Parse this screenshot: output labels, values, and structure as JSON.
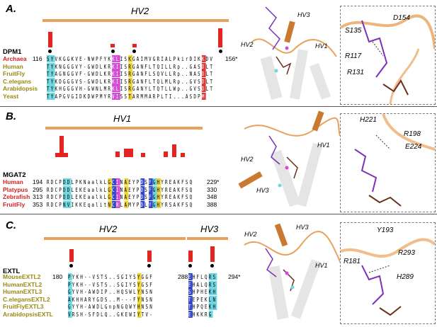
{
  "panels": [
    {
      "label": "A.",
      "hv_main": "HV2",
      "group": "DPM1",
      "species": [
        {
          "name": "Archaea",
          "color": "red",
          "start": "116",
          "seq": "SYVKGGKVE-NWPFYKKLISKGAIMVGRIALPkirDIKKDV",
          "end": "156*"
        },
        {
          "name": "Human",
          "color": "olive",
          "start": "",
          "seq": "TYKNGGGVY-GWDLKRKIISRGANFLTQILLRp..GASDLT",
          "end": ""
        },
        {
          "name": "FruitFly",
          "color": "olive",
          "start": "",
          "seq": "TYAGNGGVF-GWDLKRKIISRGANFLSQVLLRp..NASDLT",
          "end": ""
        },
        {
          "name": "C.elegans",
          "color": "olive",
          "start": "",
          "seq": "TYKDGGGVS-GWDLKRKIISRGANFLTQLMLRp..GVSDLT",
          "end": ""
        },
        {
          "name": "Arabidopsis",
          "color": "olive",
          "start": "",
          "seq": "TYKHGGGVH-GWNLMRKLISRGANYLTQTLLWp..GVSDLT",
          "end": ""
        },
        {
          "name": "Yeast",
          "color": "olive",
          "start": "",
          "seq": "TYAPGVGIDKDWPMYRVISSTARMMARPLTI...ASDPM",
          "end": ""
        }
      ],
      "struct_labels": [
        "HV2",
        "HV3",
        "HV1"
      ],
      "residues": [
        "D154",
        "S135",
        "R117",
        "R131"
      ]
    },
    {
      "label": "B.",
      "hv_main": "HV1",
      "group": "MGAT2",
      "species": [
        {
          "name": "Human",
          "color": "red",
          "start": "194",
          "seq": "RDCPDDLPKNaalkLGCINAEYPDSFGHYREAKFSQ",
          "end": "229*"
        },
        {
          "name": "Platypus",
          "color": "red",
          "start": "295",
          "seq": "RDCPDDLEKEaalkLGCINAEYPDSFGHYREAKFSQ",
          "end": "330"
        },
        {
          "name": "Zebrafish",
          "color": "red",
          "start": "313",
          "seq": "RDCPDDLEKEaalkLGCINAEYPDSFGHYREAKFSQ",
          "end": "348"
        },
        {
          "name": "FruitFly",
          "color": "red",
          "start": "353",
          "seq": "RDCPNVIKKEqalitNCNLAMYPDLYGHYRSAKFSQ",
          "end": "388"
        }
      ],
      "struct_labels": [
        "HV2",
        "HV1",
        "HV3"
      ],
      "residues": [
        "H221",
        "R198",
        "E224"
      ]
    },
    {
      "label": "C.",
      "hv_main": "HV2",
      "hv_second": "HV3",
      "group": "EXTL",
      "species": [
        {
          "name": "MouseEXTL2",
          "color": "olive",
          "start": "180",
          "seq": "PYKH--VSTS..SGIYSYGGF",
          "mid": "288",
          "seq2": "EHFLQRS",
          "end": "294*"
        },
        {
          "name": "HumanEXTL2",
          "color": "olive",
          "start": "",
          "seq": "PYKH--VSTS..SGIYSYGSF",
          "mid": "",
          "seq2": "EHALQRS",
          "end": ""
        },
        {
          "name": "HumanEXTL3",
          "color": "olive",
          "start": "",
          "seq": "GYVH-AWDIP..HQSWLYNSN",
          "mid": "",
          "seq2": "SHPHEKH",
          "end": ""
        },
        {
          "name": "C.elegansEXTL2",
          "color": "olive",
          "start": "",
          "seq": "AKHHARYGDS..M---FYNSN",
          "mid": "",
          "seq2": "TEPEKLN",
          "end": ""
        },
        {
          "name": "FruitFlyEXTL3",
          "color": "olive",
          "start": "",
          "seq": "GYYH-AWDLGnpNGQWYHNSN",
          "mid": "",
          "seq2": "THPQEKH",
          "end": ""
        },
        {
          "name": "ArabidopsisEXTL",
          "color": "olive",
          "start": "",
          "seq": "VRSH-SFDLQ..GKEWIYTV-",
          "mid": "",
          "seq2": "EHKKRG",
          "end": ""
        }
      ],
      "struct_labels": [
        "HV2",
        "HV3",
        "HV1"
      ],
      "residues": [
        "Y193",
        "R293",
        "R181",
        "H289"
      ]
    }
  ],
  "colors": {
    "orange": "#e9a15a",
    "red": "#e52421",
    "cyan": "#6fd6e0",
    "blue": "#3347c9",
    "yellow": "#f0d335",
    "magenta": "#d24ad6",
    "purple": "#7c31b8",
    "brown": "#6b2f1a"
  }
}
